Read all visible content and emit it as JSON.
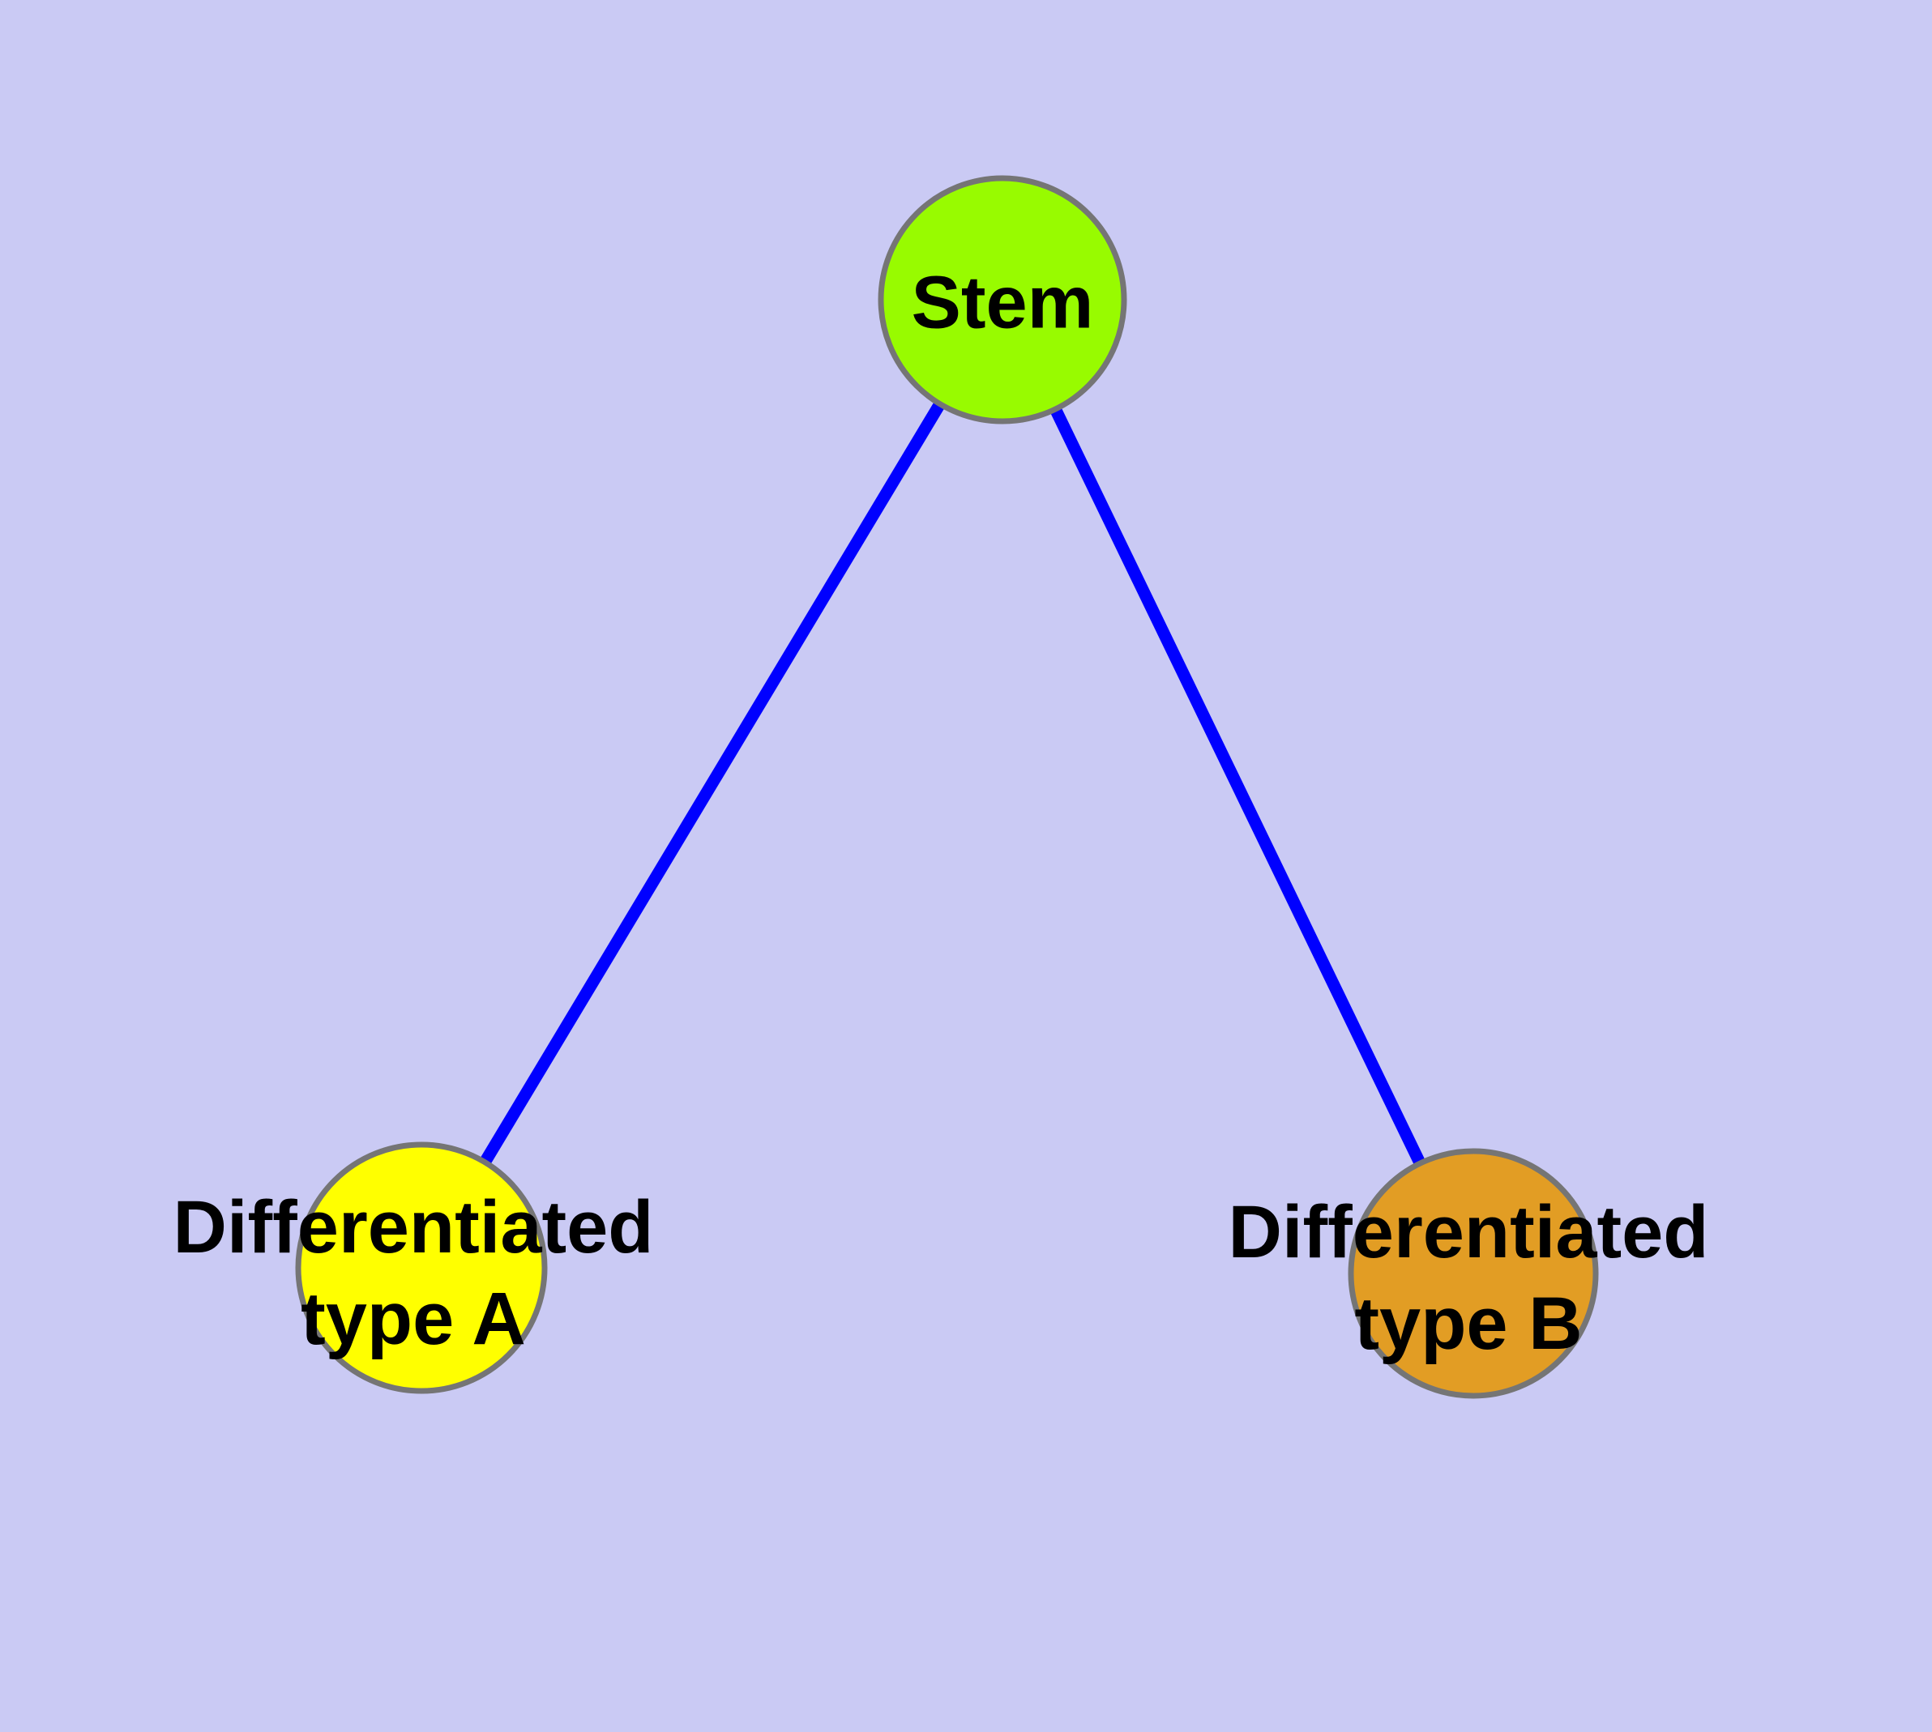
{
  "diagram": {
    "type": "node-link-graph",
    "theme": {
      "background_color": "#CACAF4",
      "edge_color": "#0000FF",
      "node_border_color": "#757575",
      "text_color": "#000000"
    },
    "nodes": [
      {
        "id": "stem",
        "label": "Stem",
        "fill_color": "#98FB00"
      },
      {
        "id": "differentiated-a",
        "label_line1": "Differentiated",
        "label_line2": "type A",
        "fill_color": "#FFFF00"
      },
      {
        "id": "differentiated-b",
        "label_line1": "Differentiated",
        "label_line2": "type B",
        "fill_color": "#E29D24"
      }
    ],
    "edges": [
      {
        "from": "stem",
        "to": "differentiated-a"
      },
      {
        "from": "stem",
        "to": "differentiated-b"
      }
    ]
  }
}
